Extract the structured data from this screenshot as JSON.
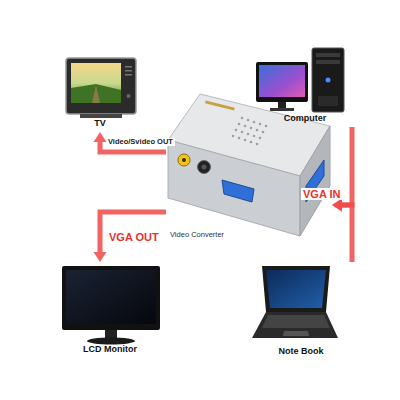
{
  "diagram": {
    "nodes": [
      {
        "text": [
          "TV"
        ]
      },
      {
        "text": [
          "Computer"
        ]
      },
      {
        "text": [
          "Video Converter"
        ]
      },
      {
        "text": [
          "LCD Monitor"
        ]
      },
      {
        "text": [
          "Note Book"
        ]
      }
    ],
    "edges": [
      {
        "from": 2,
        "to": 0,
        "label": "Video/Svideo OUT",
        "arrow": "to"
      },
      {
        "from": 2,
        "to": 3,
        "label": "VGA OUT",
        "arrow": "to"
      },
      {
        "from": 1,
        "to": 2,
        "label": "VGA IN",
        "arrow": "to"
      },
      {
        "from": 4,
        "to": 2,
        "arrow": "to"
      }
    ]
  }
}
